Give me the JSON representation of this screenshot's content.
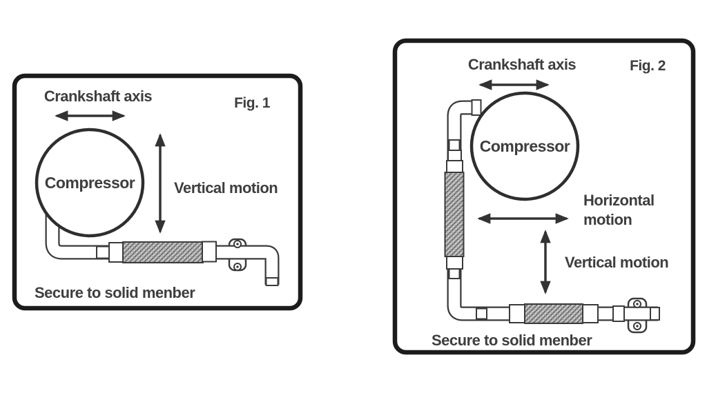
{
  "colors": {
    "background": "#ffffff",
    "panel_border": "#1c1c1c",
    "line_ink": "#3a3a3a",
    "text": "#3e3e3e",
    "arrow": "#333333",
    "braid_fill": "#c6c6c6"
  },
  "figures": [
    {
      "label": "Fig. 1",
      "crankshaft_axis": "Crankshaft axis",
      "compressor": "Compressor",
      "vertical_motion": "Vertical motion",
      "secure_note": "Secure to solid menber"
    },
    {
      "label": "Fig. 2",
      "crankshaft_axis": "Crankshaft axis",
      "compressor": "Compressor",
      "horizontal_motion_line1": "Horizontal",
      "horizontal_motion_line2": "motion",
      "vertical_motion": "Vertical motion",
      "secure_note": "Secure to solid menber"
    }
  ]
}
